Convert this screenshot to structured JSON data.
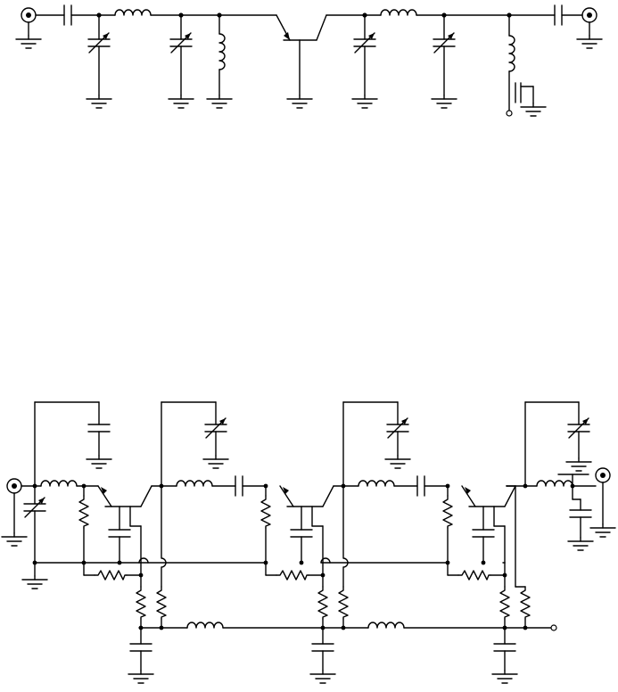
{
  "diagram": {
    "kind": "rf-amplifier-schematics",
    "colors": {
      "ink": "#000000",
      "background": "#ffffff"
    },
    "circuits": [
      {
        "id": "single-stage-amplifier",
        "stages": 1
      },
      {
        "id": "three-stage-amplifier",
        "stages": 3
      }
    ]
  }
}
